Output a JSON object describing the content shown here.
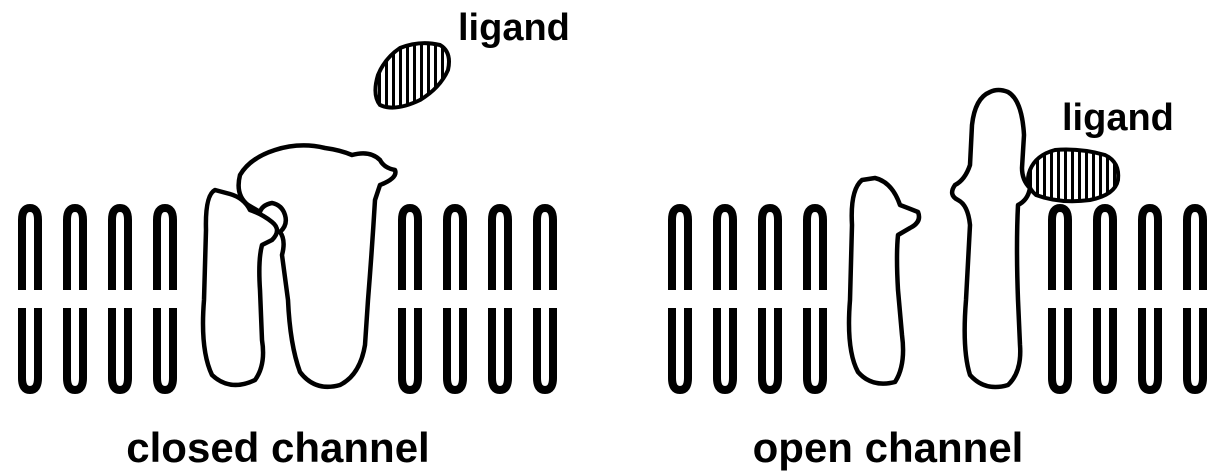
{
  "panels": [
    {
      "caption": "closed channel",
      "ligand_label": "ligand"
    },
    {
      "caption": "open channel",
      "ligand_label": "ligand"
    }
  ],
  "colors": {
    "ink": "#000000",
    "background": "#ffffff"
  }
}
